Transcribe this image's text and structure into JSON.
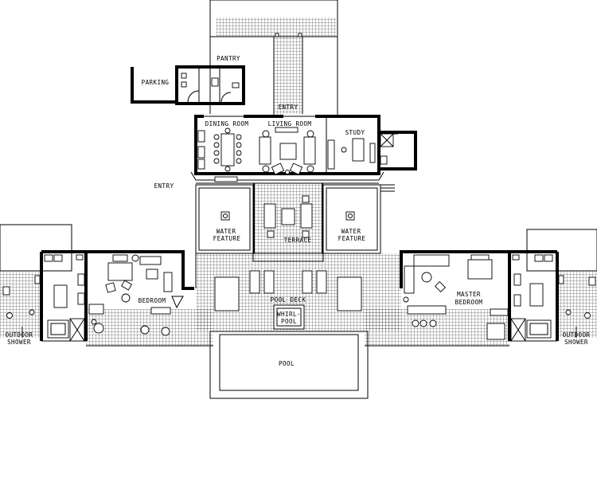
{
  "rooms": {
    "pantry": "PANTRY",
    "parking": "PARKING",
    "entry_north": "ENTRY",
    "dining_room": "DINING ROOM",
    "living_room": "LIVING ROOM",
    "study": "STUDY",
    "entry_west": "ENTRY",
    "water_feature_left": [
      "WATER",
      "FEATURE"
    ],
    "water_feature_right": [
      "WATER",
      "FEATURE"
    ],
    "terrace": "TERRACE",
    "bedroom": "BEDROOM",
    "master_bedroom": [
      "MASTER",
      "BEDROOM"
    ],
    "pool_deck": "POOL DECK",
    "whirlpool": [
      "WHIRL-",
      "POOL"
    ],
    "pool": "POOL",
    "outdoor_shower_left": [
      "OUTDOOR",
      "SHOWER"
    ],
    "outdoor_shower_right": [
      "OUTDOOR",
      "SHOWER"
    ]
  },
  "colors": {
    "line": "#000000",
    "background": "#ffffff"
  }
}
